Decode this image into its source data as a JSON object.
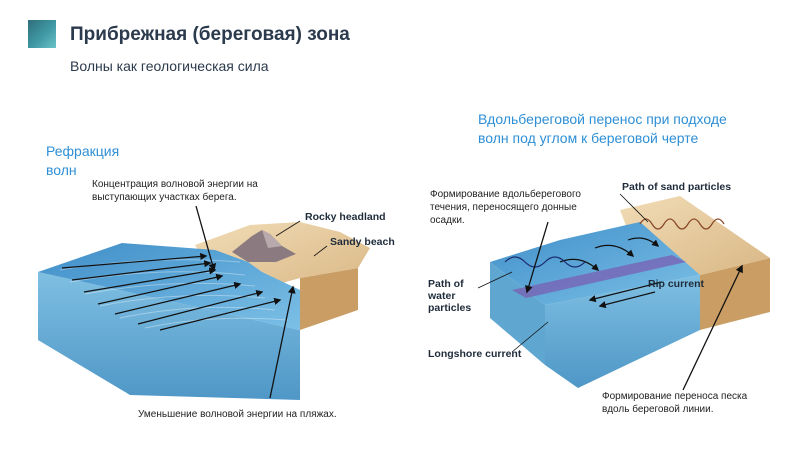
{
  "header": {
    "title": "Прибрежная (береговая) зона",
    "subtitle": "Волны как геологическая сила"
  },
  "left_panel": {
    "heading_line1": "Рефракция",
    "heading_line2": "волн",
    "note_top_line1": "Концентрация волновой энергии на",
    "note_top_line2": "выступающих участках берега.",
    "note_bottom": "Уменьшение волновой энергии на пляжах.",
    "labels": {
      "rocky_headland": "Rocky headland",
      "sandy_beach": "Sandy beach"
    }
  },
  "right_panel": {
    "heading_line1": "Вдольбереговой перенос при подходе",
    "heading_line2": "волн под углом к береговой черте",
    "note_top_line1": "Формирование вдольберегового",
    "note_top_line2": "течения, переносящего донные",
    "note_top_line3": "осадки.",
    "note_bottom_line1": "Формирование переноса песка",
    "note_bottom_line2": "вдоль береговой линии.",
    "labels": {
      "sand_path": "Path of sand particles",
      "water_path_line1": "Path of",
      "water_path_line2": "water",
      "water_path_line3": "particles",
      "rip_current": "Rip current",
      "longshore_current": "Longshore current"
    }
  },
  "colors": {
    "ocean_top": "#4f9fd3",
    "ocean_side": "#6db3d8",
    "sand": "#e9cfa3",
    "heading_blue": "#2e8fd6"
  }
}
